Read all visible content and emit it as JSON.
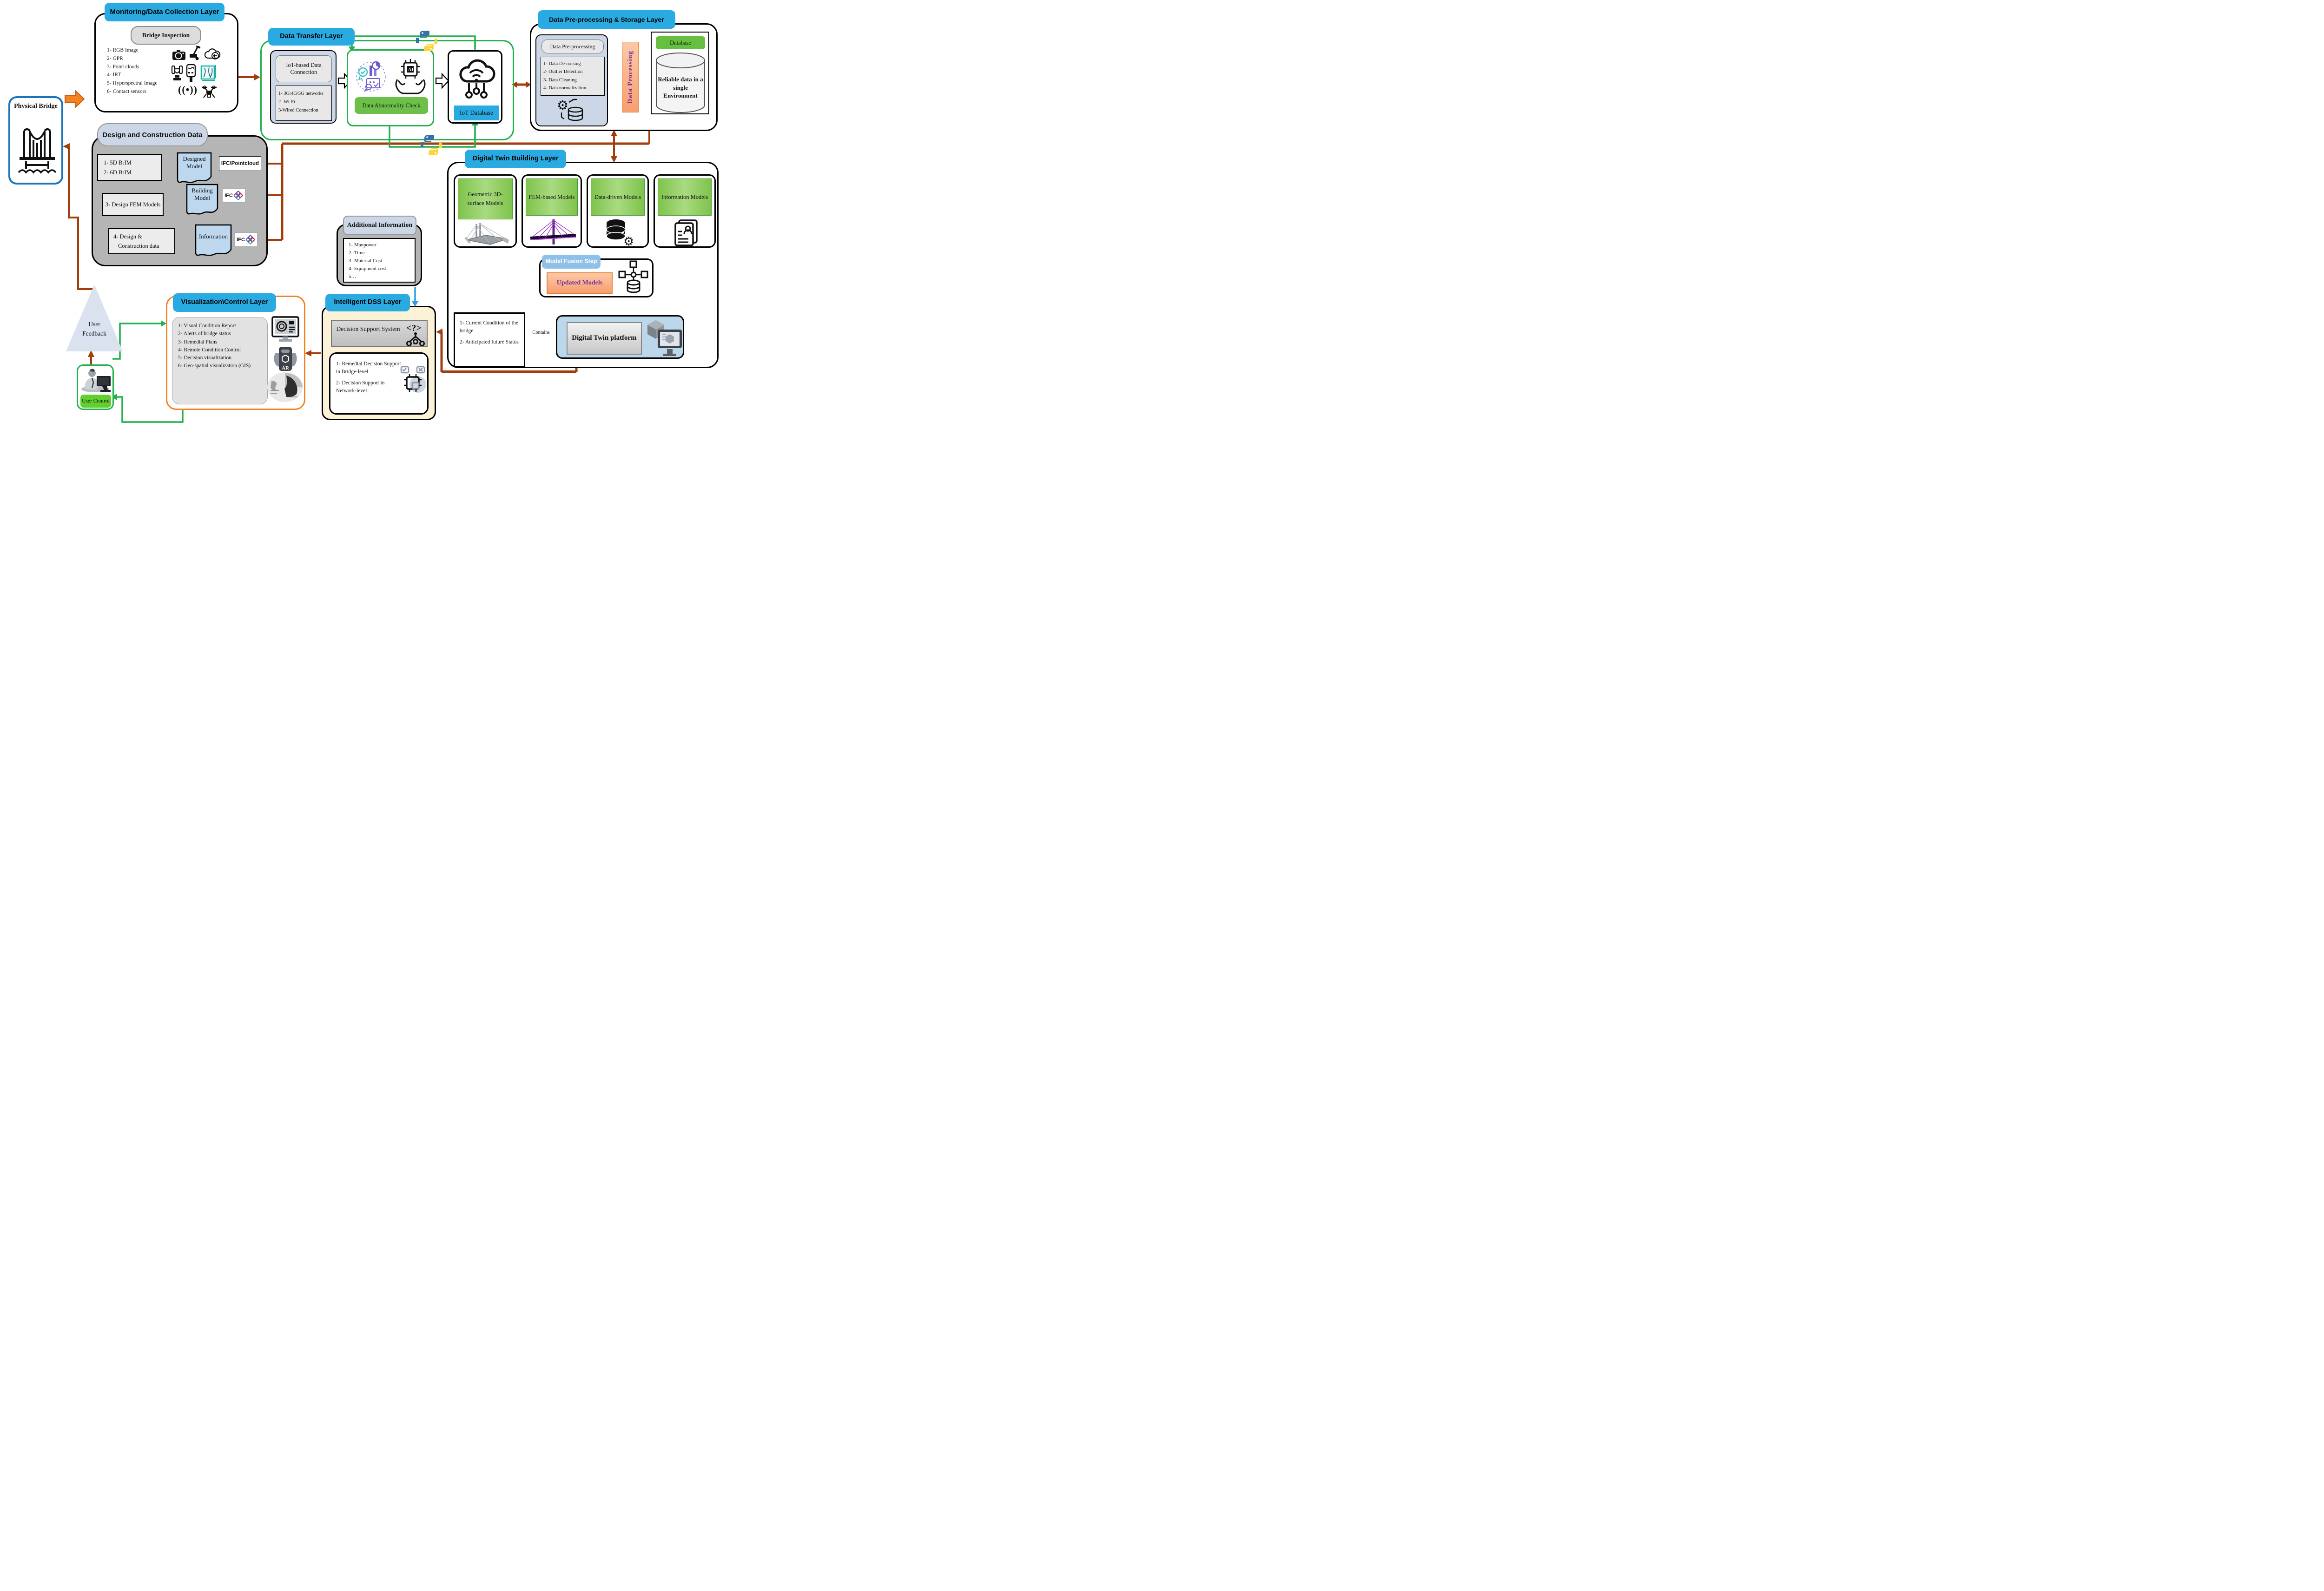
{
  "colors": {
    "cyan": "#29ABE2",
    "green": "#22B14C",
    "light_green": "#6CC04A",
    "db_green": "#66BF3F",
    "brown": "#A23E0D",
    "orange": "#F5821F",
    "bridge_blue": "#1B75BC",
    "arrow_blue": "#2F9FE0",
    "blue_gray": "#CBD7E6",
    "panel_gray": "#E6E6E6",
    "container_gray": "#B5B5B5",
    "doc_blue": "#BDD7EE",
    "dss_fill": "#FBF2D7",
    "peach1": "#FDC9A6",
    "peach2": "#F99E6F",
    "purple": "#7030A0",
    "fusion_badge": "#8FC0E8",
    "platform_fill": "#BDD7EA",
    "triangle_fill": "#D9E2EE",
    "header_green1": "#7FC34C",
    "header_green2": "#A9DA80"
  },
  "physical_bridge": {
    "title": "Physical Bridge"
  },
  "monitoring": {
    "title": "Monitoring/Data Collection Layer",
    "subtitle": "Bridge Inspection",
    "items": [
      "1- RGB Image",
      "2- GPR",
      "3- Point clouds",
      "4- IRT",
      "5- Hyperspectral Image",
      "6- Contact sensors"
    ],
    "signal_glyph": "((•))"
  },
  "transfer": {
    "title": "Data Transfer Layer",
    "connection_title": "IoT-based Data Connection",
    "connection_items": [
      "1- 3G\\4G\\5G networks",
      "2- Wi-Fi",
      "3-Wired Connection"
    ],
    "abnormality_label": "Data Abnormality Check",
    "ai_chip_label": "AI",
    "iot_db_label": "IoT Database"
  },
  "storage": {
    "title": "Data Pre-processing & Storage Layer",
    "preprocessing_title": "Data Pre-processing",
    "preprocessing_items": [
      "1- Data De-noising",
      "2- Outlier Detection",
      "3- Data Cleaning",
      "4- Data normalization"
    ],
    "processing_label": "Data Processing",
    "database_label": "Database",
    "database_text": "Reliable data in a single Environment"
  },
  "design": {
    "title": "Design and Construction Data",
    "box1_items": [
      "1- 5D BrIM",
      "2- 6D BrIM"
    ],
    "designed_model": "Designed Model",
    "ifc_pointcloud": "IFC\\Pointcloud",
    "box2": "3- Design FEM Models",
    "building_model": "Building Model",
    "ifc": "IFC",
    "box3_line1": "4- Design &",
    "box3_line2": "Construction data",
    "information": "Information"
  },
  "digital_twin": {
    "title": "Digital Twin Building Layer",
    "models": [
      "Geometric 3D-surface Models",
      "FEM-based Models",
      "Data-driven Models",
      "Information Models"
    ],
    "fusion_badge": "Model Fusion Step",
    "updated_models": "Updated Models",
    "condition_items": [
      "1- Current Condition of the bridge",
      "2- Anticipated future Status"
    ],
    "contains_label": "Contains",
    "platform_label": "Digital Twin platform"
  },
  "additional": {
    "title": "Additional Information",
    "items": [
      "1- Manpower",
      "2- Time",
      "3- Material Cost",
      "4- Equipment cost",
      "5…"
    ]
  },
  "dss": {
    "title": "Intelligent DSS Layer",
    "box_title": "Decision Support System",
    "tree_glyph": "<?>",
    "items": [
      "1- Remedial Decision Support in Bridge-level",
      "2- Decision Support in Network-level"
    ]
  },
  "visualization": {
    "title": "Visualization\\Control Layer",
    "items": [
      "1- Visual Condition Report",
      "2- Alerts of bridge status",
      "3- Remedial Plans",
      "4- Remote Condition Control",
      "5- Decision visualization",
      "6- Geo-spatial visualization (GIS)"
    ],
    "ar_label": "AR"
  },
  "user": {
    "feedback_line1": "User",
    "feedback_line2": "Feedback",
    "control": "User Control"
  }
}
